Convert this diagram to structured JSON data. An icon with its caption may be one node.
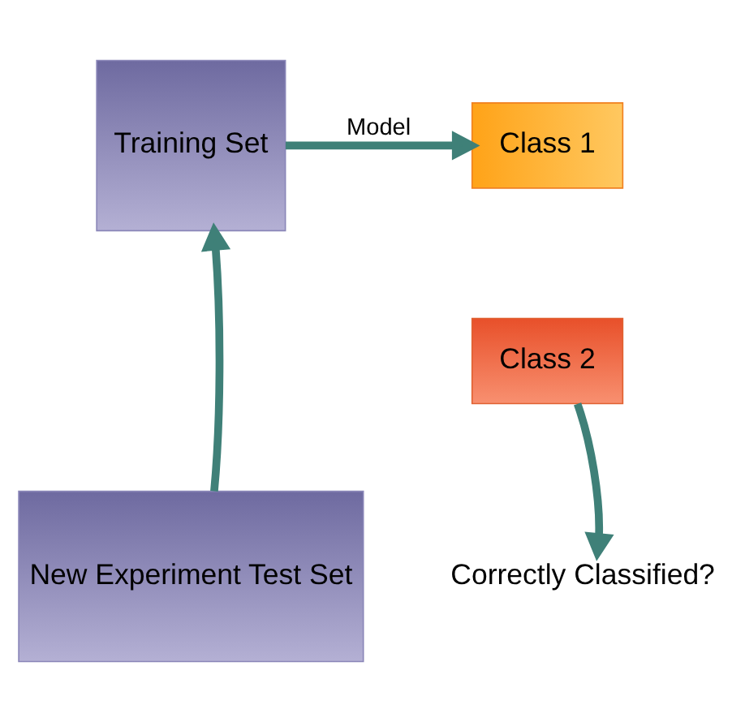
{
  "diagram": {
    "nodes": [
      {
        "text": [
          "Training Set"
        ]
      },
      {
        "text": [
          "Class 1"
        ]
      },
      {
        "text": [
          "Class 2"
        ]
      },
      {
        "text": [
          "New Experiment Test Set"
        ]
      },
      {
        "text": [
          "Correctly Classified?"
        ]
      }
    ],
    "edges": [
      {
        "from": 3,
        "to": 0,
        "arrow": "to"
      },
      {
        "from": 0,
        "to": 1,
        "arrow": "to",
        "label": "Model"
      },
      {
        "from": 2,
        "to": 4,
        "arrow": "to"
      }
    ]
  }
}
